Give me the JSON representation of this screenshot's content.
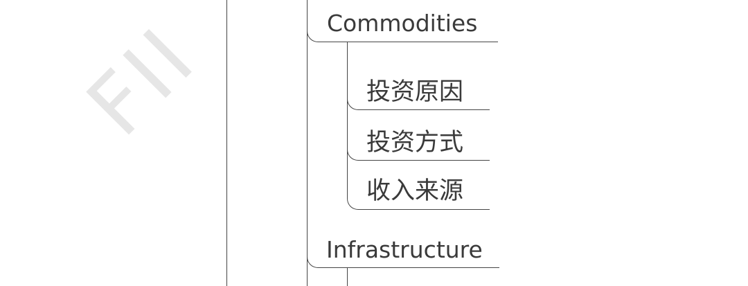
{
  "watermark": "FII",
  "branches": [
    {
      "label": "Commodities",
      "children": [
        {
          "label": "投资原因"
        },
        {
          "label": "投资方式"
        },
        {
          "label": "收入来源"
        }
      ]
    },
    {
      "label": "Infrastructure",
      "children": []
    }
  ]
}
